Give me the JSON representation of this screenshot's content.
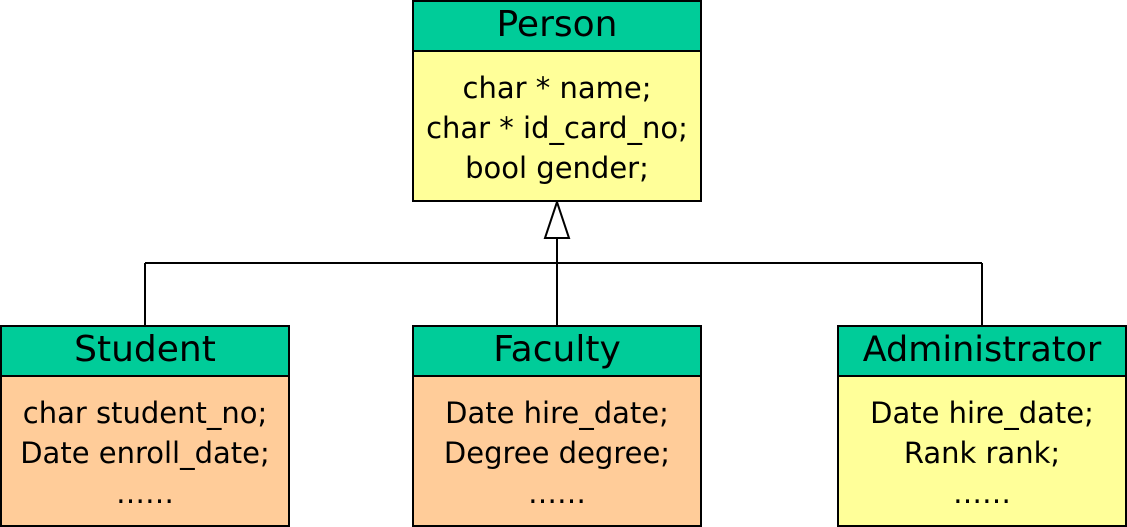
{
  "classes": {
    "person": {
      "name": "Person",
      "attributes": [
        "char * name;",
        "char * id_card_no;",
        "bool gender;"
      ]
    },
    "student": {
      "name": "Student",
      "attributes": [
        "char student_no;",
        "Date enroll_date;",
        "……"
      ]
    },
    "faculty": {
      "name": "Faculty",
      "attributes": [
        "Date hire_date;",
        "Degree degree;",
        "……"
      ]
    },
    "administrator": {
      "name": "Administrator",
      "attributes": [
        "Date hire_date;",
        "Rank rank;",
        "……"
      ]
    }
  },
  "colors": {
    "header": "#00cc99",
    "person_body": "#ffff99",
    "student_body": "#ffcc99",
    "faculty_body": "#ffcc99",
    "administrator_body": "#ffff99"
  },
  "relationship": "generalization"
}
